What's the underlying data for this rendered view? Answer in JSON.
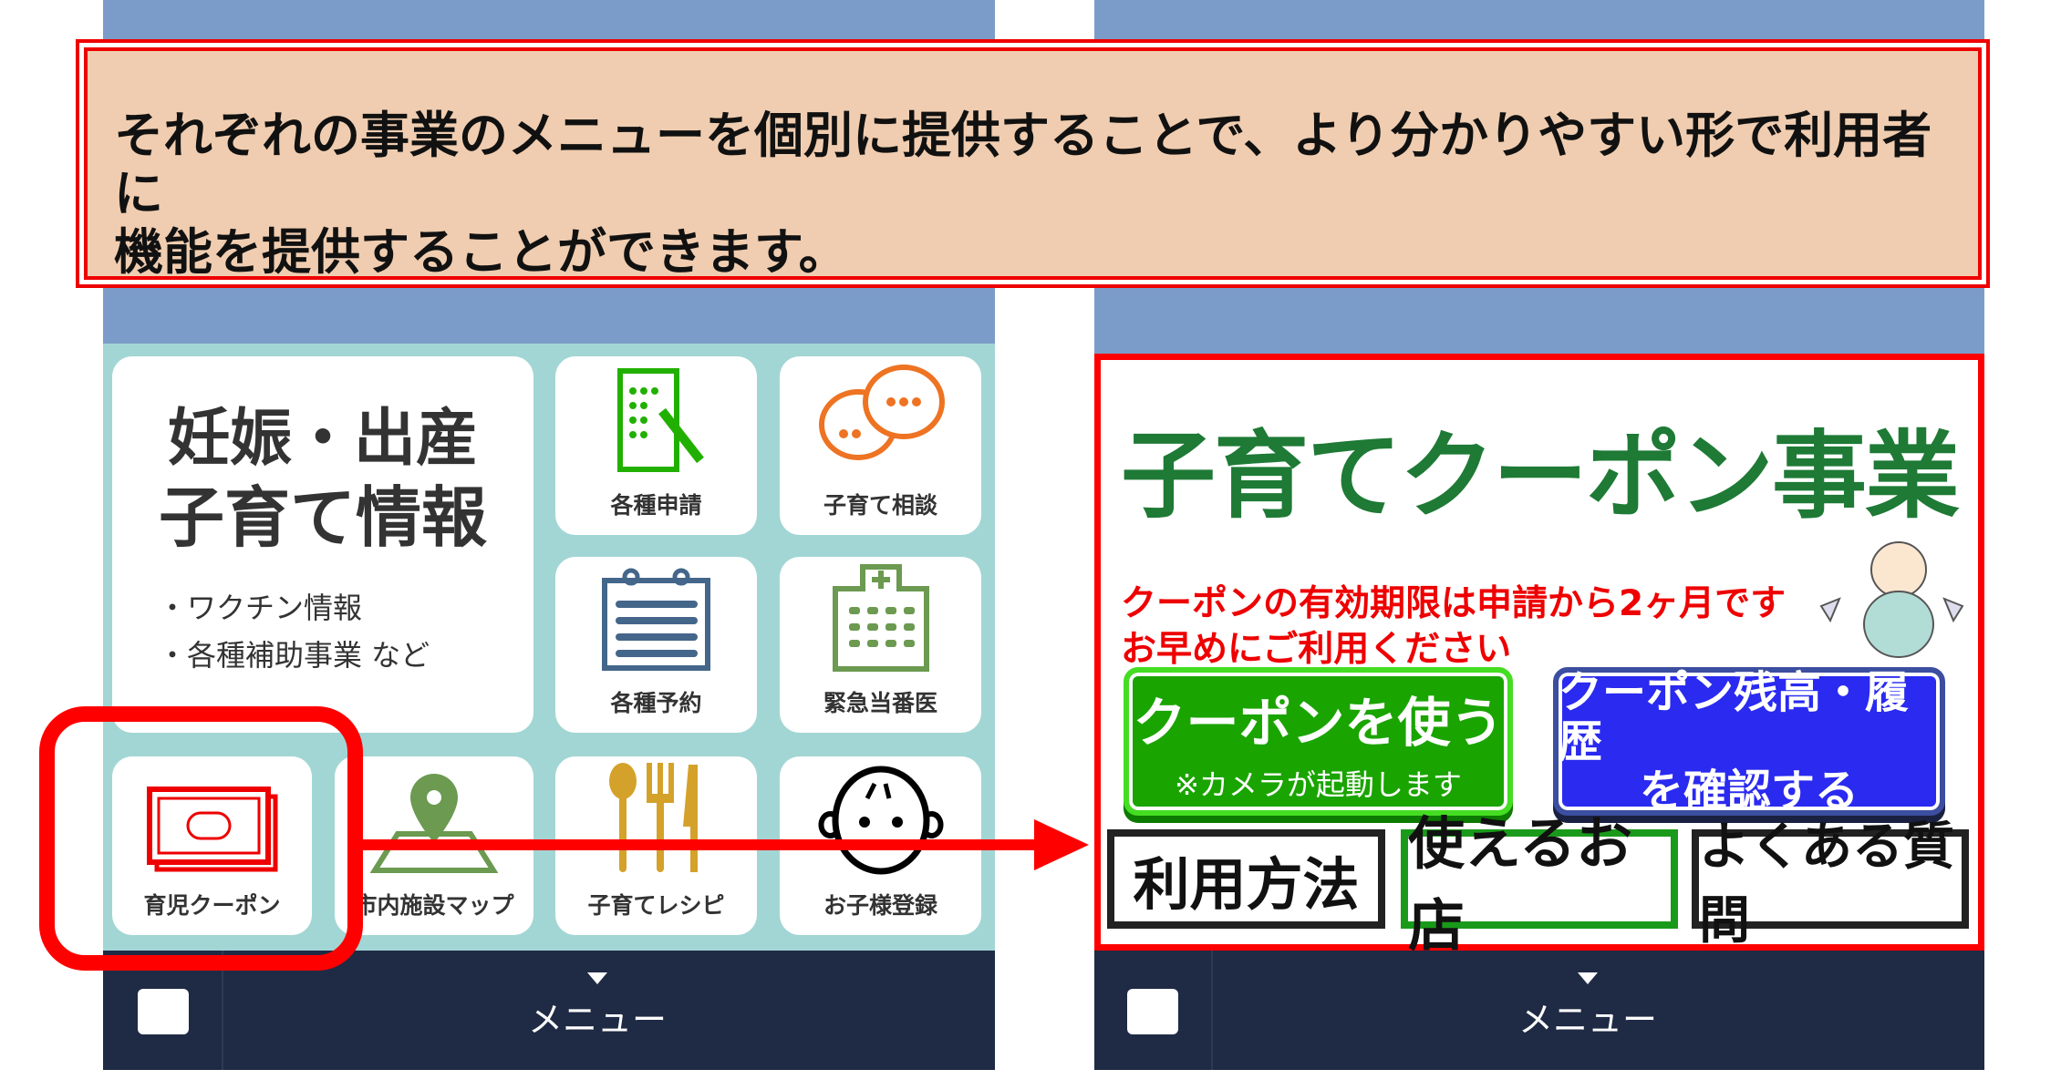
{
  "banner": {
    "line1": "それぞれの事業のメニューを個別に提供することで、より分かりやすい形で利用者に",
    "line2": "機能を提供することができます。"
  },
  "left_menu": {
    "main_tile": {
      "title1": "妊娠・出産",
      "title2": "子育て情報",
      "bullet1": "・ワクチン情報",
      "bullet2": "・各種補助事業 など"
    },
    "tiles": [
      {
        "label": "各種申請",
        "icon": "application-form-icon"
      },
      {
        "label": "子育て相談",
        "icon": "chat-bubbles-icon"
      },
      {
        "label": "各種予約",
        "icon": "calendar-icon"
      },
      {
        "label": "緊急当番医",
        "icon": "hospital-icon"
      },
      {
        "label": "育児クーポン",
        "icon": "coupon-icon"
      },
      {
        "label": "市内施設マップ",
        "icon": "map-pin-icon"
      },
      {
        "label": "子育てレシピ",
        "icon": "cutlery-icon"
      },
      {
        "label": "お子様登録",
        "icon": "child-face-icon"
      }
    ]
  },
  "right_menu": {
    "title": "子育てクーポン事業",
    "notice1": "クーポンの有効期限は申請から2ヶ月です",
    "notice2": "お早めにご利用ください",
    "use_button": {
      "label": "クーポンを使う",
      "sub": "※カメラが起動します"
    },
    "history_button": {
      "line1": "クーポン残高・履歴",
      "line2": "を確認する"
    },
    "bottom_buttons": [
      "利用方法",
      "使えるお店",
      "よくある質問"
    ]
  },
  "bottom_bar": {
    "menu_label": "メニュー"
  },
  "colors": {
    "highlight": "#ff0000",
    "title_green": "#1e7a35",
    "use_green": "#22b000",
    "history_blue": "#2a2af0",
    "panel_teal": "#a2d6d4",
    "bar_navy": "#1f2a44"
  }
}
